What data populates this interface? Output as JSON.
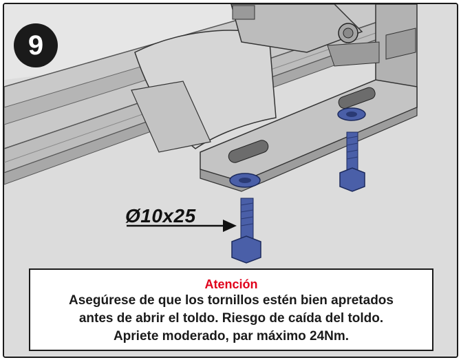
{
  "step": {
    "number": "9"
  },
  "dimension_label": "Ø10x25",
  "notice": {
    "title": "Atención",
    "lines": [
      "Asegúrese de que los tornillos estén bien apretados",
      "antes de abrir el toldo. Riesgo de caída del toldo.",
      "Apriete moderado, par máximo 24Nm."
    ]
  },
  "colors": {
    "title_red": "#e0001b",
    "bolt_blue": "#4a5fa8",
    "frame": "#1a1a1a"
  }
}
